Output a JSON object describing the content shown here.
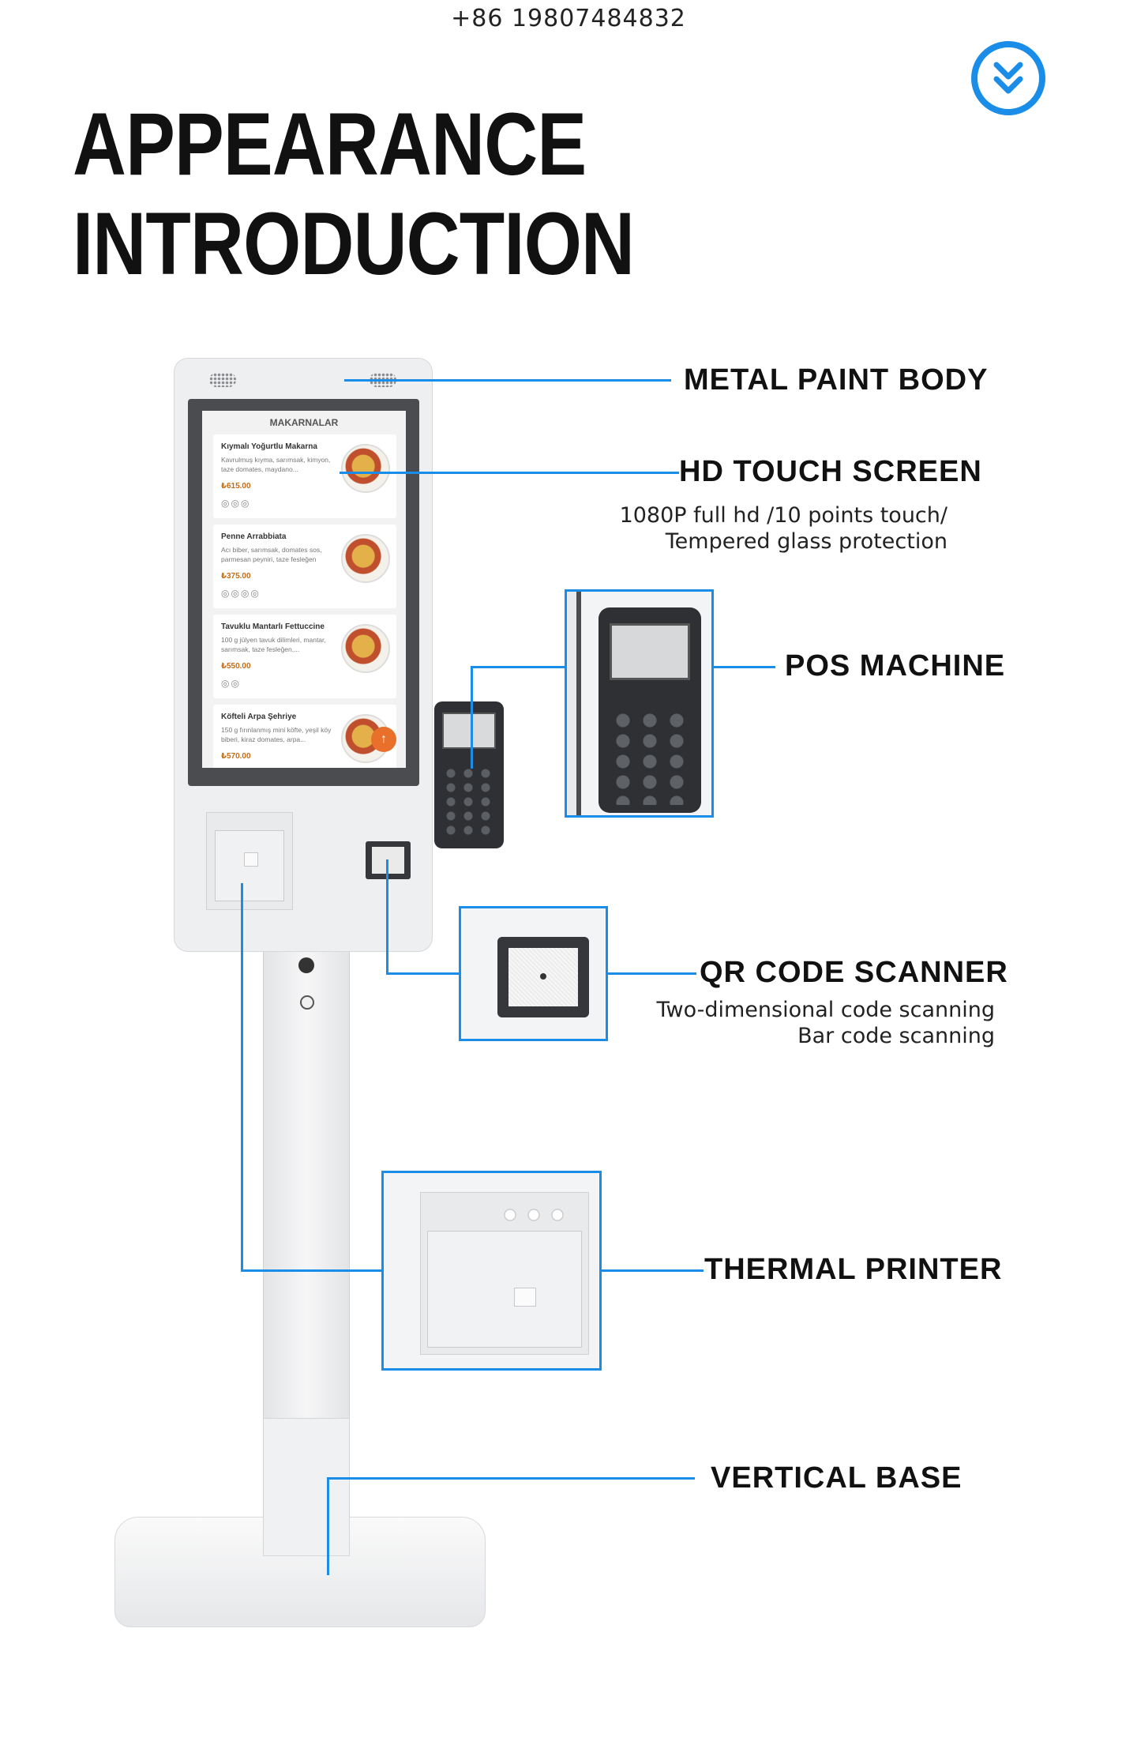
{
  "header": {
    "phone": "+86 19807484832",
    "scroll_icon": "double-chevron-down-icon",
    "title_line1": "APPEARANCE",
    "title_line2": "INTRODUCTION"
  },
  "accent_color": "#1a8de8",
  "labels": {
    "metal_paint_body": "METAL PAINT BODY",
    "hd_touch_screen": "HD TOUCH SCREEN",
    "hd_touch_screen_sub1": "1080P full hd /10 points touch/",
    "hd_touch_screen_sub2": "Tempered glass protection",
    "pos_machine": "POS MACHINE",
    "qr_code_scanner": "QR CODE SCANNER",
    "qr_code_scanner_sub1": "Two-dimensional code scanning",
    "qr_code_scanner_sub2": "Bar code scanning",
    "thermal_printer": "THERMAL PRINTER",
    "vertical_base": "VERTICAL BASE"
  },
  "kiosk_screen": {
    "heading": "MAKARNALAR",
    "items": [
      {
        "name": "Kıymalı Yoğurtlu Makarna",
        "desc": "Kavrulmuş kıyma, sarımsak, kimyon, taze domates, maydano...",
        "price": "₺615.00"
      },
      {
        "name": "Penne Arrabbiata",
        "desc": "Acı biber, sarımsak, domates sos, parmesan peyniri, taze fesleğen",
        "price": "₺375.00"
      },
      {
        "name": "Tavuklu Mantarlı Fettuccine",
        "desc": "100 g jülyen tavuk dilimleri, mantar, sarımsak, taze fesleğen,...",
        "price": "₺550.00"
      },
      {
        "name": "Köfteli Arpa Şehriye",
        "desc": "150 g fırınlanmış mini köfte, yeşil köy biberi, kiraz domates, arpa...",
        "price": "₺570.00"
      }
    ]
  }
}
